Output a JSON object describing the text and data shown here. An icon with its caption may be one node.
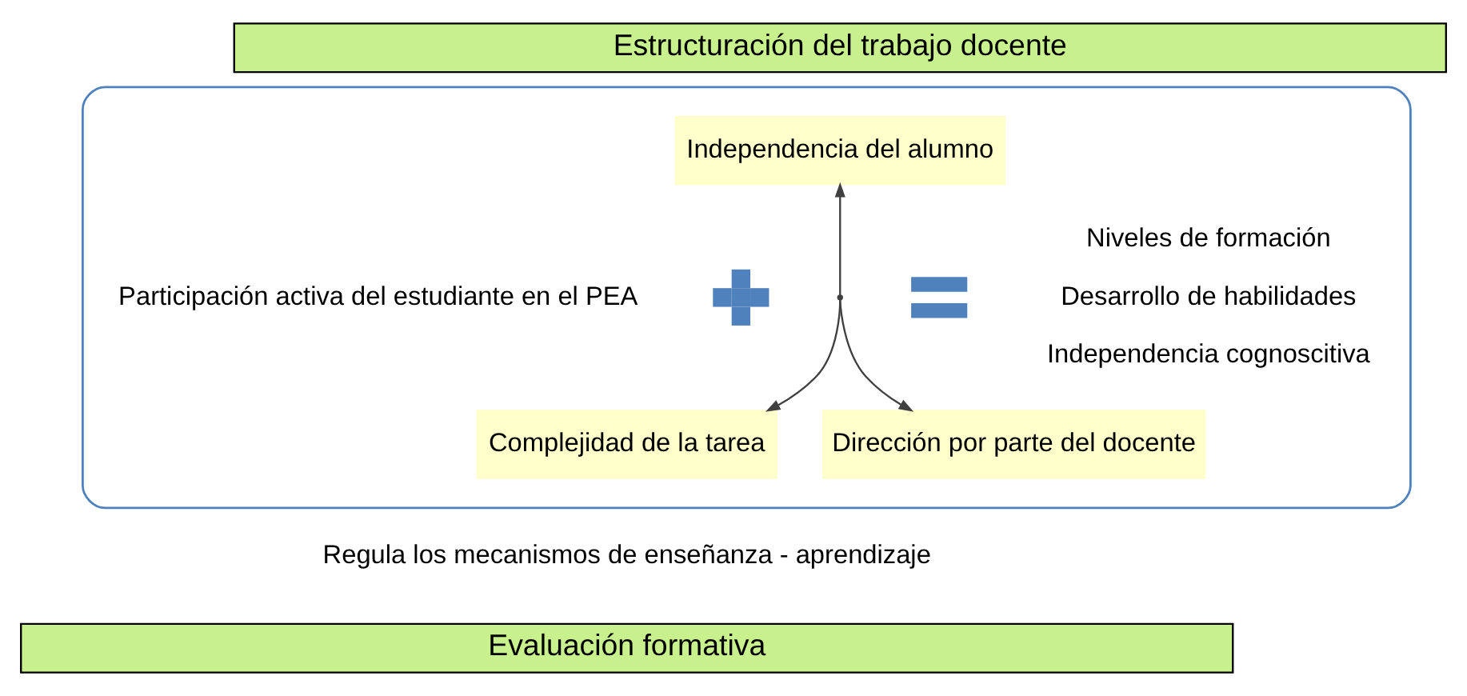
{
  "diagram": {
    "nodes": [
      {
        "text": [
          "Estructuración del trabajo docente"
        ]
      },
      {
        "text": [],
        "shape": "box"
      },
      {
        "text": [
          "Participación activa del estudiante en el PEA"
        ],
        "in": 1
      },
      {
        "text": [],
        "shape": "plus",
        "in": 1
      },
      {
        "text": [
          "Independencia del alumno"
        ],
        "in": 1
      },
      {
        "text": [],
        "shape": "point",
        "in": 1
      },
      {
        "text": [
          "Complejidad de la tarea"
        ],
        "in": 1
      },
      {
        "text": [
          "Dirección por parte del docente"
        ],
        "in": 1
      },
      {
        "text": [],
        "shape": "equals",
        "in": 1
      },
      {
        "text": [
          "Niveles de formación",
          "Desarrollo de habilidades",
          "Independencia cognoscitiva"
        ],
        "in": 1
      },
      {
        "text": [
          "Evaluación formativa"
        ]
      }
    ],
    "edges": [
      {
        "from": 5,
        "to": 4,
        "arrow": "to"
      },
      {
        "from": 5,
        "to": 6,
        "arrow": "to"
      },
      {
        "from": 5,
        "to": 7,
        "arrow": "to"
      }
    ],
    "labels": [
      "Regula los mecanismos de enseñanza - aprendizaje"
    ]
  }
}
